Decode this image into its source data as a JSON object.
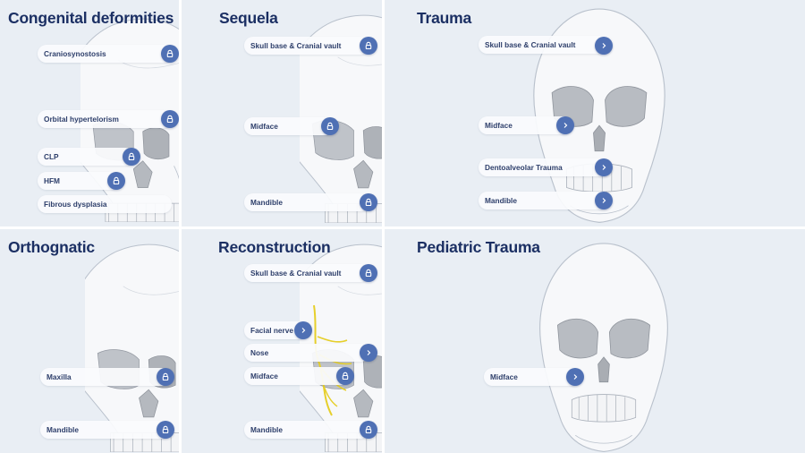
{
  "colors": {
    "title": "#1b2f63",
    "accent": "#4f70b4",
    "panel_bg": "#e9eef4",
    "nerve": "#e6cf2a"
  },
  "panels": {
    "congenital": {
      "title": "Congenital deformities",
      "items": [
        {
          "label": "Craniosynostosis",
          "icon": "lock-icon"
        },
        {
          "label": "Orbital hypertelorism",
          "icon": "lock-icon"
        },
        {
          "label": "CLP",
          "icon": "lock-icon"
        },
        {
          "label": "HFM",
          "icon": "lock-icon"
        },
        {
          "label": "Fibrous dysplasia",
          "icon": ""
        }
      ]
    },
    "sequela": {
      "title": "Sequela",
      "items": [
        {
          "label": "Skull base & Cranial vault",
          "icon": "lock-icon"
        },
        {
          "label": "Midface",
          "icon": "lock-icon"
        },
        {
          "label": "Mandible",
          "icon": "lock-icon"
        }
      ]
    },
    "trauma": {
      "title": "Trauma",
      "items": [
        {
          "label": "Skull base & Cranial vault",
          "icon": "chevron-right-icon"
        },
        {
          "label": "Midface",
          "icon": "chevron-right-icon"
        },
        {
          "label": "Dentoalveolar Trauma",
          "icon": "chevron-right-icon"
        },
        {
          "label": "Mandible",
          "icon": "chevron-right-icon"
        }
      ]
    },
    "orthognatic": {
      "title": "Orthognatic",
      "items": [
        {
          "label": "Maxilla",
          "icon": "lock-icon"
        },
        {
          "label": "Mandible",
          "icon": "lock-icon"
        }
      ]
    },
    "reconstruction": {
      "title": "Reconstruction",
      "items": [
        {
          "label": "Skull base & Cranial vault",
          "icon": "lock-icon"
        },
        {
          "label": "Facial nerve",
          "icon": "chevron-right-icon"
        },
        {
          "label": "Nose",
          "icon": "chevron-right-icon"
        },
        {
          "label": "Midface",
          "icon": "lock-icon"
        },
        {
          "label": "Mandible",
          "icon": "lock-icon"
        }
      ]
    },
    "pediatric": {
      "title": "Pediatric Trauma",
      "items": [
        {
          "label": "Midface",
          "icon": "chevron-right-icon"
        }
      ]
    }
  }
}
